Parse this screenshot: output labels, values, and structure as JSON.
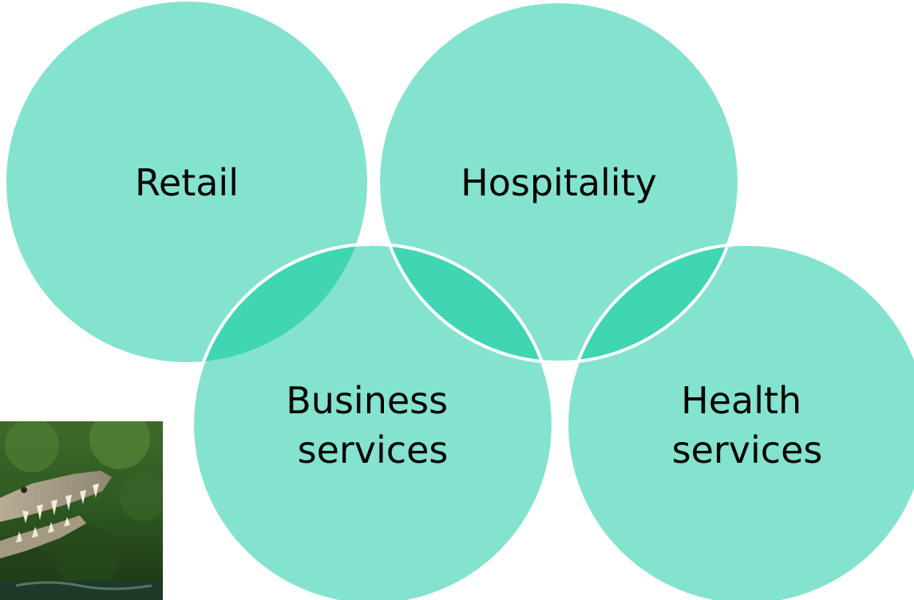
{
  "diagram": {
    "type": "venn",
    "colors": {
      "circle_fill": "#84e3ce",
      "overlap_fill": "#40d5b3",
      "outline": "#ffffff"
    },
    "circles": [
      {
        "id": "retail",
        "lines": [
          "Retail"
        ]
      },
      {
        "id": "hospitality",
        "lines": [
          "Hospitality"
        ]
      },
      {
        "id": "business",
        "lines": [
          "Business",
          "services"
        ]
      },
      {
        "id": "health",
        "lines": [
          "Health",
          "services"
        ]
      }
    ]
  },
  "photo": {
    "subject": "crocodile-head-photo"
  }
}
